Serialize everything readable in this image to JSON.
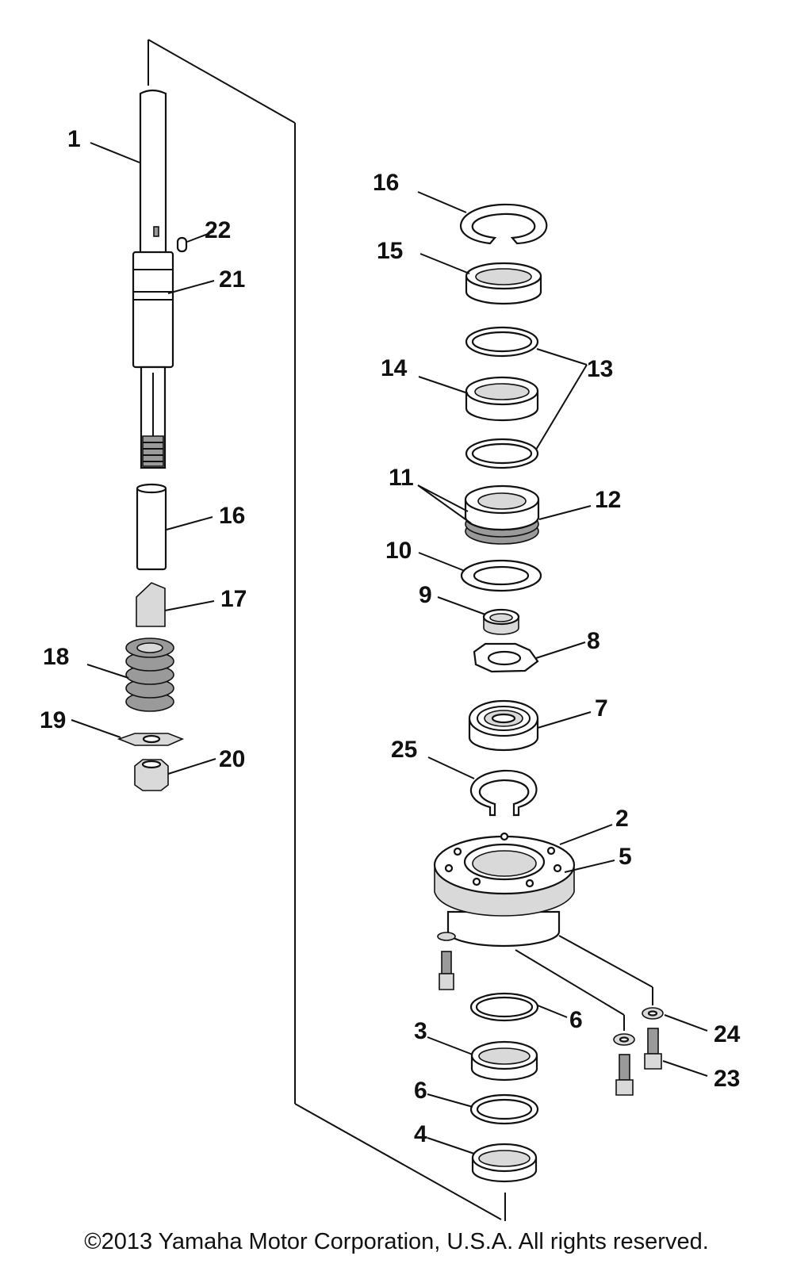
{
  "callouts": {
    "c1": "1",
    "c22": "22",
    "c21": "21",
    "c16a": "16",
    "c17": "17",
    "c18": "18",
    "c19": "19",
    "c20": "20",
    "c16b": "16",
    "c15": "15",
    "c14": "14",
    "c13": "13",
    "c11": "11",
    "c12": "12",
    "c10": "10",
    "c9": "9",
    "c8": "8",
    "c7": "7",
    "c25": "25",
    "c2": "2",
    "c5": "5",
    "c6a": "6",
    "c3": "3",
    "c6b": "6",
    "c4": "4",
    "c24": "24",
    "c23": "23"
  },
  "footer": {
    "copyright": "©2013 Yamaha Motor Corporation, U.S.A. All rights reserved."
  }
}
